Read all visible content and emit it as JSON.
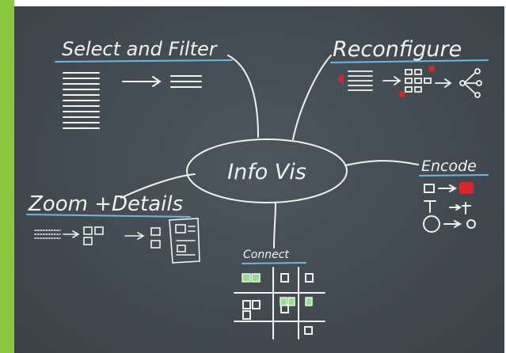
{
  "colors": {
    "board": "#464e55",
    "chalk": "#f2f2ee",
    "underline_blue": "#6fb6e0",
    "highlight_red": "#d8282e",
    "highlight_green": "#8ee28a",
    "side_strip": "#8cc63f"
  },
  "center": {
    "label": "Info Vis"
  },
  "branches": {
    "select_filter": {
      "label": "Select and Filter"
    },
    "reconfigure": {
      "label": "Reconfigure"
    },
    "encode": {
      "label": "Encode",
      "rows": [
        "□ → □",
        "T → t",
        "○ → ○"
      ]
    },
    "zoom_details": {
      "label": "Zoom +Details"
    },
    "connect": {
      "label": "Connect"
    }
  }
}
